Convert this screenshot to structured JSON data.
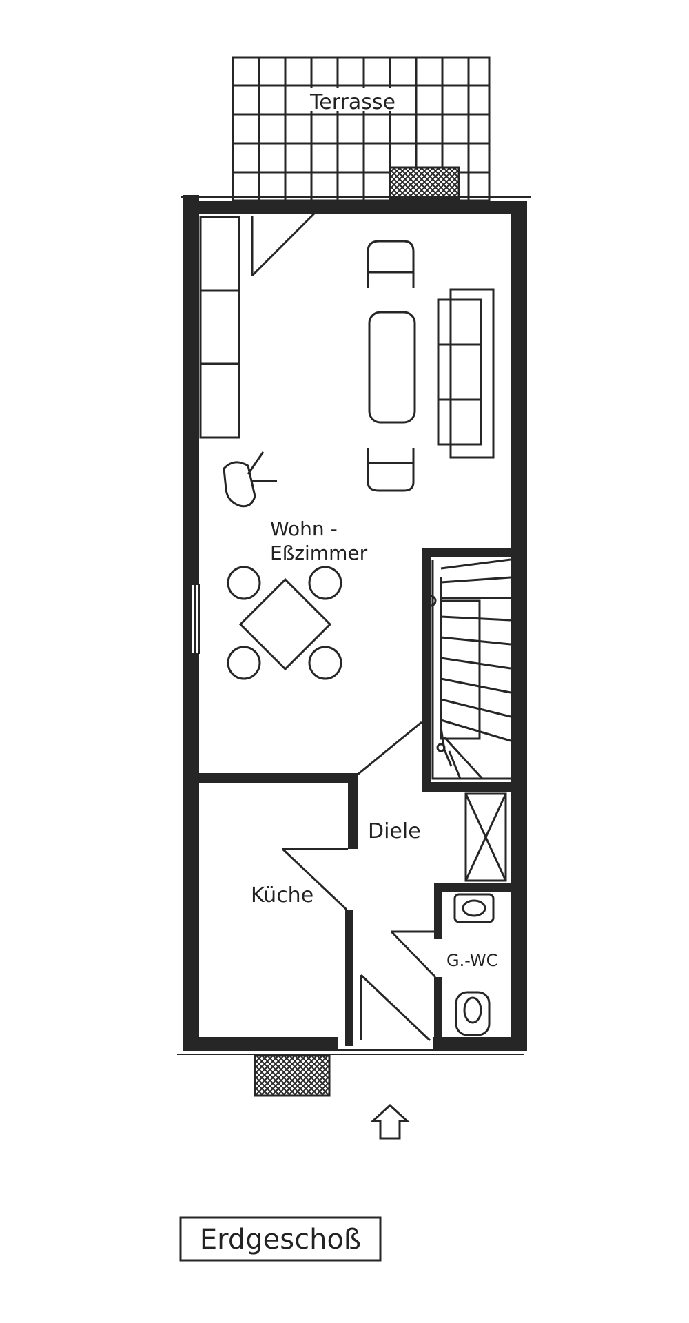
{
  "plan": {
    "title": "Erdgeschoß",
    "rooms": {
      "terrace": "Terrasse",
      "living_line1": "Wohn -",
      "living_line2": "Eßzimmer",
      "hall": "Diele",
      "kitchen": "Küche",
      "wc": "G.-WC"
    },
    "colors": {
      "ink": "#262626",
      "paper": "#ffffff"
    },
    "icons": {
      "entrance": "up-arrow-icon"
    }
  }
}
